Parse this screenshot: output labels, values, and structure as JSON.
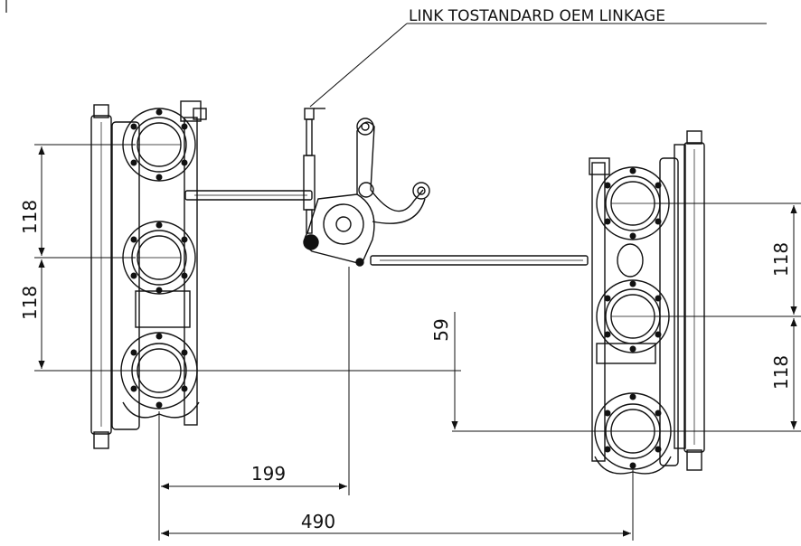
{
  "callout": {
    "text": "LINK TOSTANDARD OEM LINKAGE"
  },
  "dimensions": {
    "left_upper": "118",
    "left_lower": "118",
    "right_upper": "118",
    "right_lower": "118",
    "offset": "59",
    "inner_width": "199",
    "overall_width": "490"
  },
  "colors": {
    "line": "#111111",
    "background": "#ffffff"
  }
}
